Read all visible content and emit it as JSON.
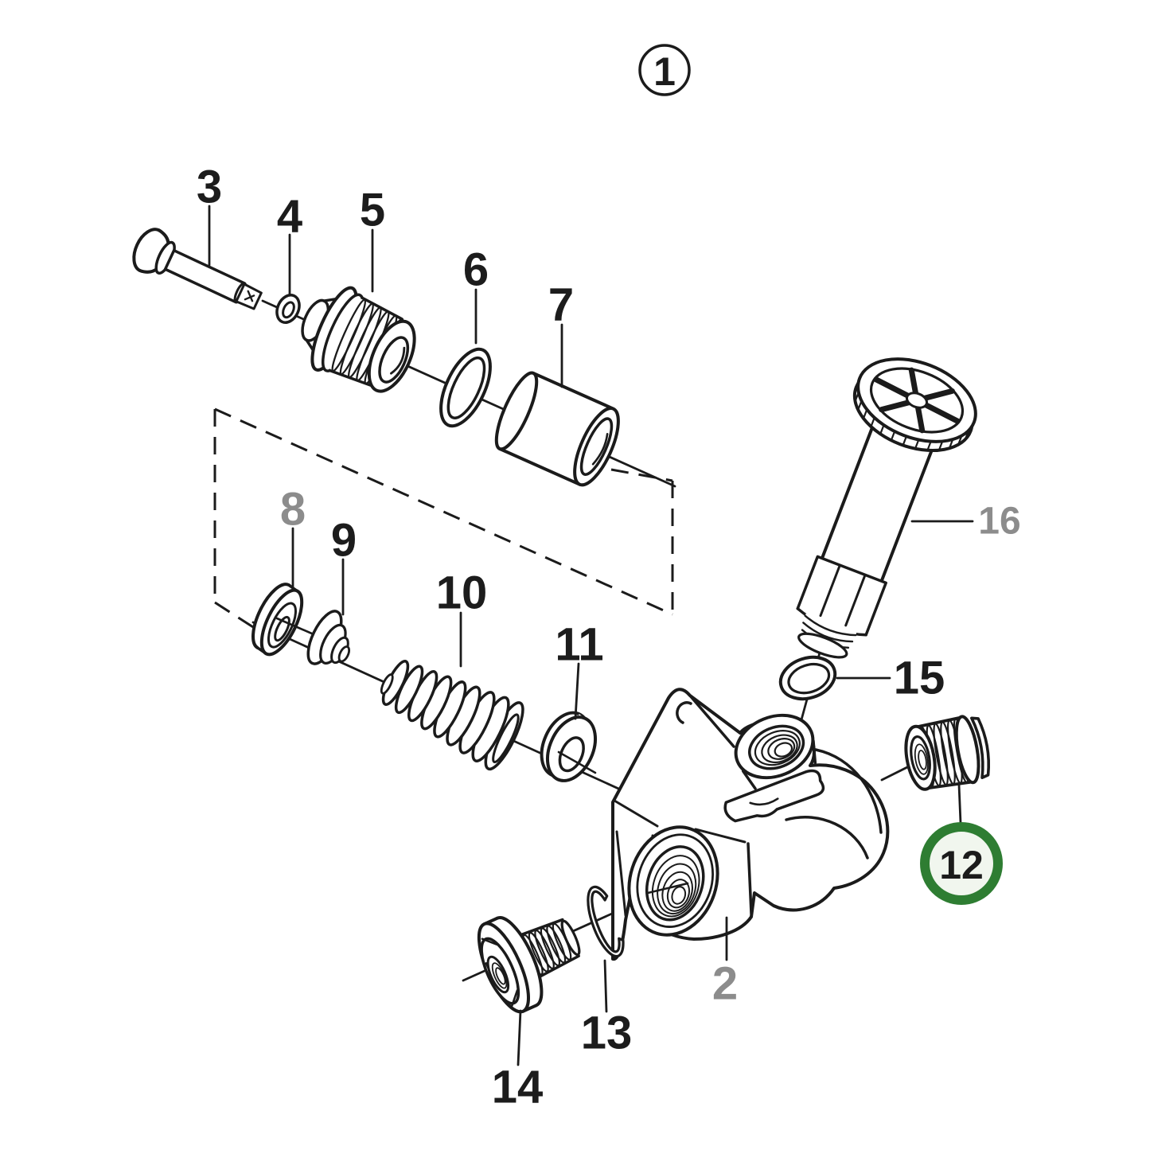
{
  "figure": {
    "type": "exploded-parts-diagram",
    "background": "#ffffff",
    "line_color": "#1b1b1b",
    "assembly_callout": "1",
    "highlighted_part": "12",
    "highlight": {
      "ring_color": "#2e7d32",
      "fill_color": "#f1f6ee",
      "text_color": "#1c1c1c"
    },
    "label_color": "#1c1c1c",
    "muted_label_color": "#8c8c8c",
    "muted_labels": [
      "2",
      "8",
      "16"
    ],
    "labels": {
      "p1": "1",
      "p2": "2",
      "p3": "3",
      "p4": "4",
      "p5": "5",
      "p6": "6",
      "p7": "7",
      "p8": "8",
      "p9": "9",
      "p10": "10",
      "p11": "11",
      "p12": "12",
      "p13": "13",
      "p14": "14",
      "p15": "15",
      "p16": "16"
    }
  }
}
